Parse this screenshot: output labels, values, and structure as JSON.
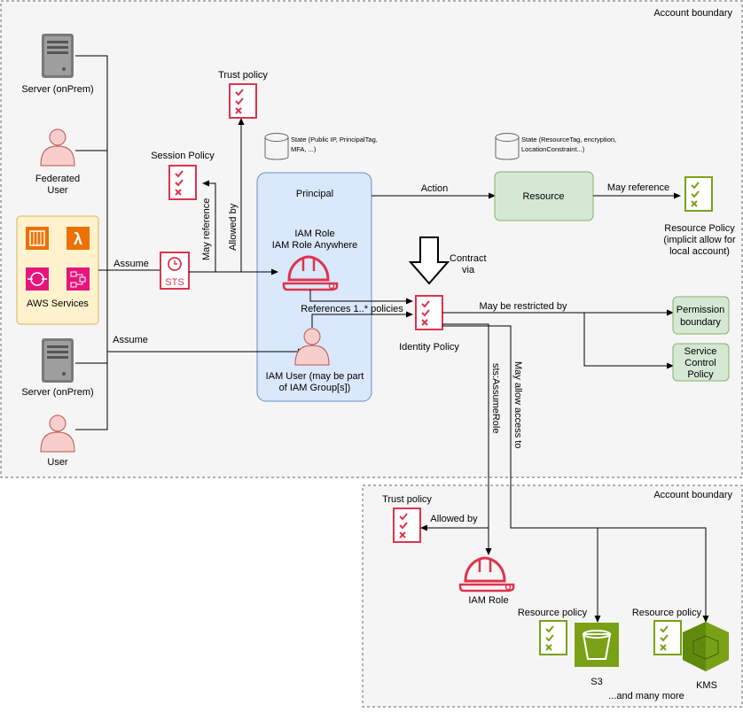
{
  "colors": {
    "boundary_fill": "#f5f5f5",
    "boundary_stroke": "#666666",
    "principal_fill": "#dae8fc",
    "principal_stroke": "#6c8ebf",
    "resource_fill": "#d5e8d4",
    "resource_stroke": "#82b366",
    "aws_box_fill": "#fff2cc",
    "aws_box_stroke": "#d6b656",
    "iam_red": "#dd344c",
    "person_fill": "#f8cecc",
    "person_stroke": "#b85450",
    "green_policy": "#7aa116",
    "orange": "#ed7100",
    "pink": "#e7157b"
  },
  "boundaries": {
    "top": "Account boundary",
    "bottom": "Account boundary"
  },
  "nodes": {
    "server_onprem_top": "Server (onPrem)",
    "federated_user_line1": "Federated",
    "federated_user_line2": "User",
    "aws_services": "AWS Services",
    "server_onprem_bottom": "Server (onPrem)",
    "user": "User",
    "sts": "STS",
    "session_policy": "Session Policy",
    "trust_policy_top": "Trust policy",
    "state_principal_line1": "State (Public IP, PrincipalTag,",
    "state_principal_line2": "MFA, ...)",
    "principal": "Principal",
    "iam_role_line1": "IAM Role",
    "iam_role_line2": "IAM Role Anywhere",
    "iam_user_line1": "IAM User (may be part",
    "iam_user_line2": "of IAM Group[s])",
    "state_resource_line1": "State (ResourceTag, encryption,",
    "state_resource_line2": "LocationConstraint...)",
    "resource": "Resource",
    "resource_policy_line1": "Resource Policy",
    "resource_policy_line2": "(implicit allow for",
    "resource_policy_line3": "local account)",
    "contract_line1": "Contract",
    "contract_line2": "via",
    "identity_policy": "Identity Policy",
    "permission_boundary_line1": "Permission",
    "permission_boundary_line2": "boundary",
    "scp_line1": "Service",
    "scp_line2": "Control",
    "scp_line3": "Policy",
    "trust_policy_bottom": "Trust policy",
    "iam_role_bottom": "IAM Role",
    "resource_policy_s3": "Resource policy",
    "resource_policy_kms": "Resource policy",
    "s3": "S3",
    "kms": "KMS",
    "many_more": "...and many more"
  },
  "edges": {
    "assume_top": "Assume",
    "assume_bottom": "Assume",
    "may_reference_session": "May reference",
    "allowed_by_top": "Allowed by",
    "action": "Action",
    "may_reference_resource": "May reference",
    "references_policies": "References 1..* policies",
    "may_be_restricted_by": "May be restricted by",
    "sts_assumerole": "sts:AssumeRole",
    "may_allow_access_to": "May allow access to",
    "allowed_by_bottom": "Allowed by"
  },
  "icons": {
    "server": "server-icon",
    "person": "person-icon",
    "ec2": "ec2-icon",
    "lambda": "lambda-icon",
    "service_pink": "service-icon",
    "sts": "sts-icon",
    "policy": "policy-checklist-icon",
    "hardhat": "iam-role-hardhat-icon",
    "cylinder": "state-cylinder-icon",
    "bucket": "s3-bucket-icon",
    "kms": "kms-shield-icon"
  }
}
